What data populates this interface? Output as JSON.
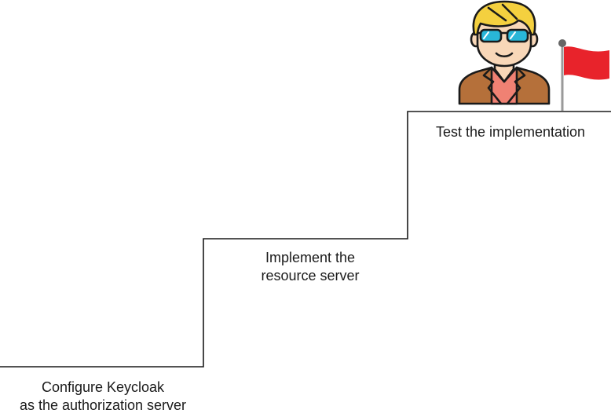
{
  "steps": [
    {
      "line1": "Configure Keycloak",
      "line2": "as the authorization server"
    },
    {
      "line1": "Implement the",
      "line2": "resource server"
    },
    {
      "line1": "Test the implementation"
    }
  ],
  "icons": {
    "person": "person-with-sunglasses-icon",
    "flag": "red-flag-icon"
  },
  "colors": {
    "stair_line": "#1a1a1a",
    "flag": "#e8232b",
    "flag_pole": "#9a9a9a",
    "hair": "#f4d03f",
    "glasses": "#29b6d8",
    "jacket": "#b5703a",
    "shirt": "#f08173",
    "skin": "#f8d7b8"
  }
}
